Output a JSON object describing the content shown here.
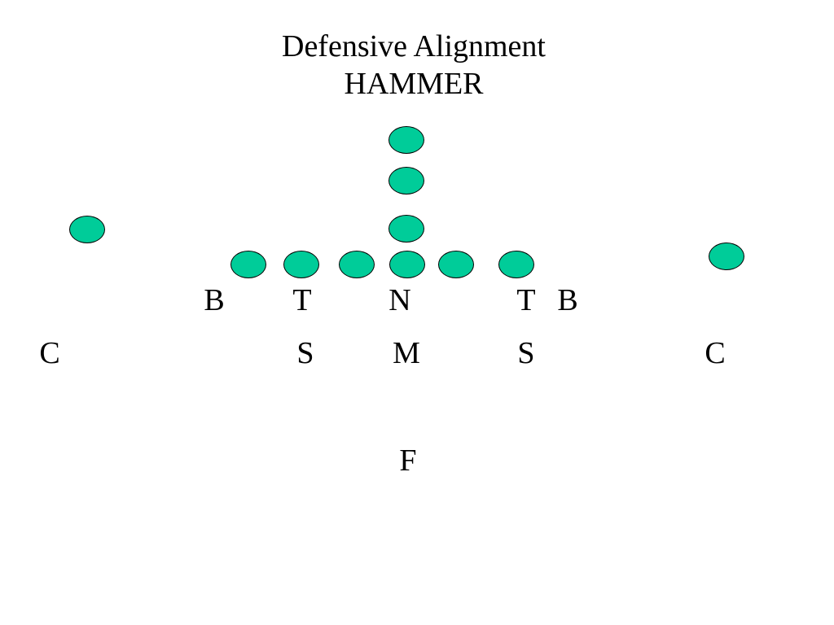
{
  "title": {
    "line1": "Defensive Alignment",
    "line2": "HAMMER"
  },
  "colors": {
    "player_fill": "#00cc99",
    "outline": "#000000",
    "text": "#000000"
  },
  "players": [
    {
      "name": "offense-deep-back-1"
    },
    {
      "name": "offense-deep-back-2"
    },
    {
      "name": "offense-deep-back-3"
    },
    {
      "name": "offense-left-split-end"
    },
    {
      "name": "offense-right-split-end"
    },
    {
      "name": "offense-left-end"
    },
    {
      "name": "offense-left-tackle"
    },
    {
      "name": "offense-left-guard"
    },
    {
      "name": "offense-center"
    },
    {
      "name": "offense-right-guard"
    },
    {
      "name": "offense-right-tackle"
    }
  ],
  "defense": [
    {
      "name": "label-left-b",
      "text": "B"
    },
    {
      "name": "label-left-t",
      "text": "T"
    },
    {
      "name": "label-n",
      "text": "N"
    },
    {
      "name": "label-right-t",
      "text": "T"
    },
    {
      "name": "label-right-b",
      "text": "B"
    },
    {
      "name": "label-left-c",
      "text": "C"
    },
    {
      "name": "label-left-s",
      "text": "S"
    },
    {
      "name": "label-m",
      "text": "M"
    },
    {
      "name": "label-right-s",
      "text": "S"
    },
    {
      "name": "label-right-c",
      "text": "C"
    },
    {
      "name": "label-f",
      "text": "F"
    }
  ]
}
